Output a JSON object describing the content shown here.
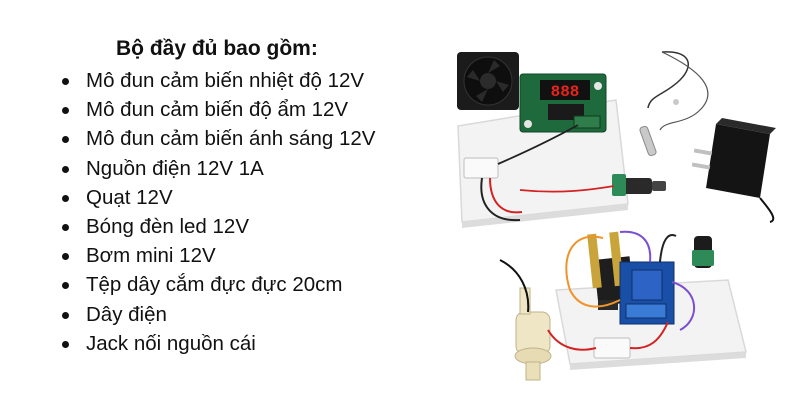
{
  "heading": "Bộ đầy đủ bao gồm:",
  "items": [
    "Mô đun cảm biến nhiệt độ 12V",
    "Mô đun cảm biến độ ẩm 12V",
    "Mô đun cảm biến ánh sáng 12V",
    "Nguồn điện 12V 1A",
    "Quạt 12V",
    "Bóng đèn led 12V",
    "Bơm mini 12V",
    "Tệp dây cắm đực đực 20cm",
    "Dây điện",
    "Jack nối nguồn cái"
  ],
  "photo": {
    "thermostat_display": "888"
  },
  "colors": {
    "text": "#111111",
    "background": "#ffffff",
    "led_display": "#e8241c",
    "relay_blue": "#1d4fb3",
    "sensor_pcb": "#222222"
  }
}
